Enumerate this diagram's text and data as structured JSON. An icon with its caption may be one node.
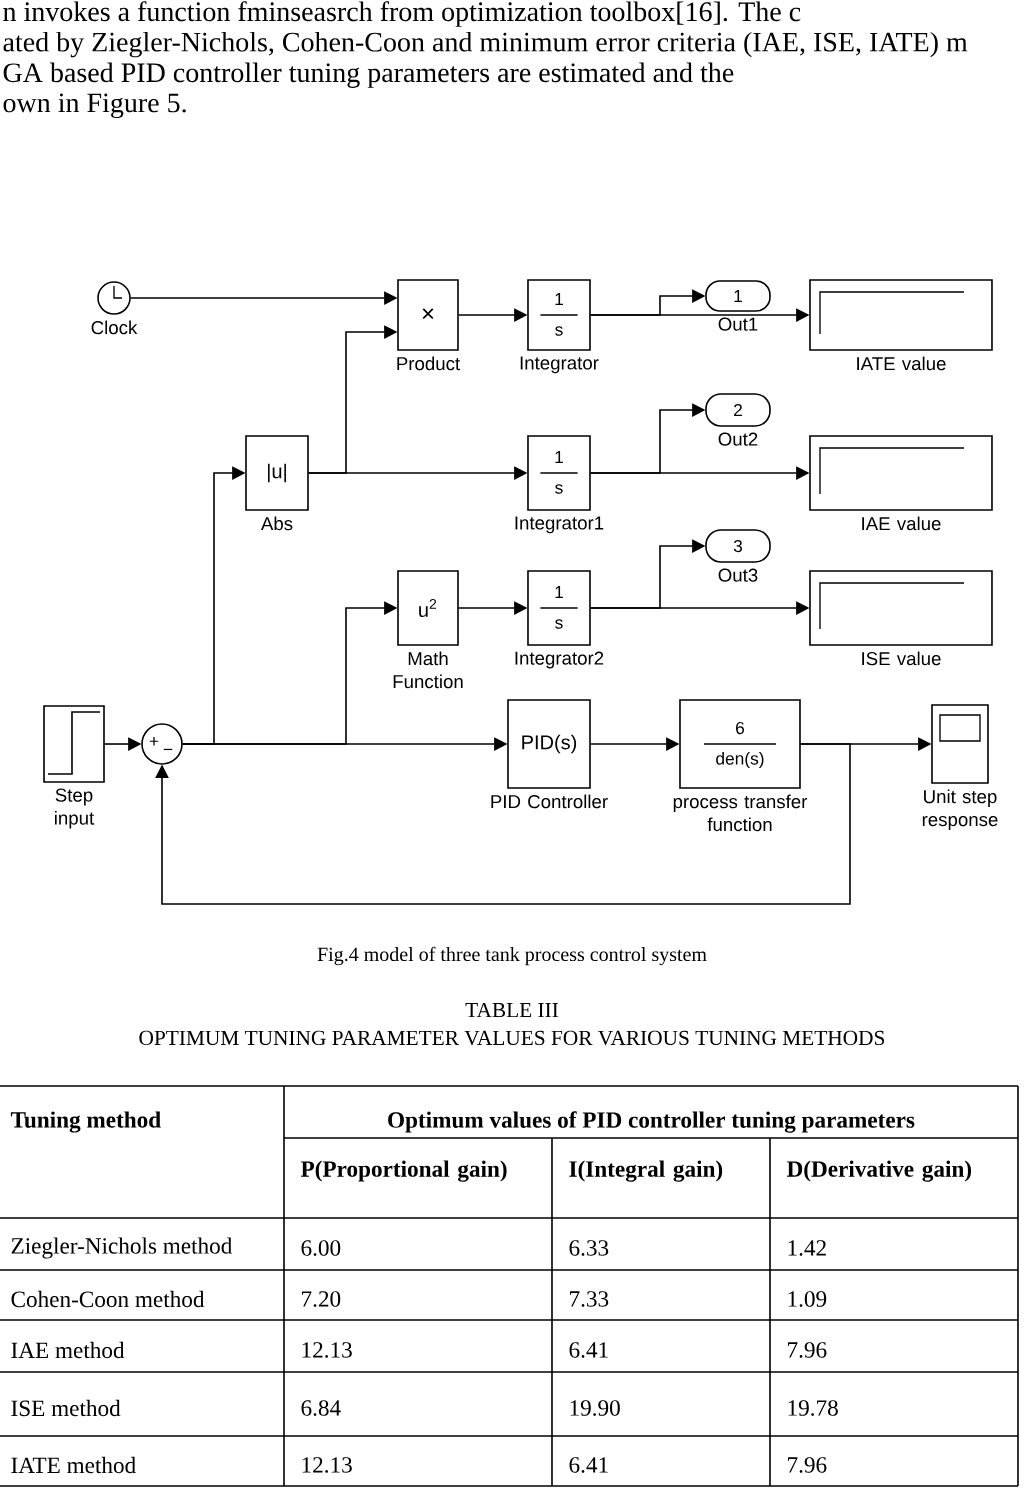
{
  "diagram": {
    "caption": "Fig.4 model of three tank process control system",
    "nodes": [
      {
        "text": [
          "Clock"
        ]
      },
      {
        "text": [
          "×",
          "Product"
        ]
      },
      {
        "text": [
          "1",
          "s",
          "Integrator"
        ]
      },
      {
        "text": [
          "1",
          "Out1"
        ]
      },
      {
        "text": [
          "IATE value"
        ]
      },
      {
        "text": [
          "|u|",
          "Abs"
        ]
      },
      {
        "text": [
          "1",
          "s",
          "Integrator1"
        ]
      },
      {
        "text": [
          "2",
          "Out2"
        ]
      },
      {
        "text": [
          "IAE value"
        ]
      },
      {
        "text": [
          "u$^{2}$",
          "Math Function"
        ]
      },
      {
        "text": [
          "1",
          "s",
          "Integrator2"
        ]
      },
      {
        "text": [
          "3",
          "Out3"
        ]
      },
      {
        "text": [
          "ISE value"
        ]
      },
      {
        "text": [
          "Step input"
        ]
      },
      {
        "text": [
          "+",
          "−"
        ]
      },
      {
        "text": [
          "PID(s)",
          "PID Controller"
        ]
      },
      {
        "text": [
          "6",
          "den(s)",
          "process transfer function"
        ]
      },
      {
        "text": [
          "Unit step response"
        ]
      }
    ],
    "edges": [
      {
        "from": 0,
        "to": 1,
        "arrow": "to"
      },
      {
        "from": 1,
        "to": 2,
        "arrow": "to"
      },
      {
        "from": 2,
        "to": 3,
        "arrow": "to"
      },
      {
        "from": 2,
        "to": 4,
        "arrow": "to"
      },
      {
        "from": 5,
        "to": 1,
        "arrow": "to"
      },
      {
        "from": 5,
        "to": 6,
        "arrow": "to"
      },
      {
        "from": 6,
        "to": 7,
        "arrow": "to"
      },
      {
        "from": 6,
        "to": 8,
        "arrow": "to"
      },
      {
        "from": 9,
        "to": 10,
        "arrow": "to"
      },
      {
        "from": 10,
        "to": 11,
        "arrow": "to"
      },
      {
        "from": 10,
        "to": 12,
        "arrow": "to"
      },
      {
        "from": 13,
        "to": 14,
        "arrow": "to"
      },
      {
        "from": 14,
        "to": 5,
        "arrow": "to"
      },
      {
        "from": 14,
        "to": 9,
        "arrow": "to"
      },
      {
        "from": 14,
        "to": 15,
        "arrow": "to"
      },
      {
        "from": 15,
        "to": 16,
        "arrow": "to"
      },
      {
        "from": 16,
        "to": 17,
        "arrow": "to"
      },
      {
        "from": 16,
        "to": 14,
        "arrow": "to"
      }
    ],
    "labels": [
      "n invokes a function fminseasrch from optimization toolbox[16]. The c",
      "ated by Ziegler-Nichols, Cohen-Coon and minimum error criteria (IAE, ISE, IATE) m",
      "GA based PID controller tuning parameters are estimated and the",
      "own in Figure 5.",
      "TABLE III",
      "OPTIMUM TUNING PARAMETER VALUES FOR VARIOUS TUNING METHODS",
      "Tuning method",
      "Optimum values of PID controller tuning parameters",
      "P(Proportional gain)",
      "I(Integral gain)",
      "D(Derivative gain)",
      "Ziegler-Nichols method",
      "6.00",
      "6.33",
      "1.42",
      "Cohen-Coon method",
      "7.20",
      "7.33",
      "1.09",
      "IAE method",
      "12.13",
      "6.41",
      "7.96",
      "ISE method",
      "6.84",
      "19.90",
      "19.78",
      "IATE method",
      "12.13",
      "6.41",
      "7.96"
    ]
  }
}
